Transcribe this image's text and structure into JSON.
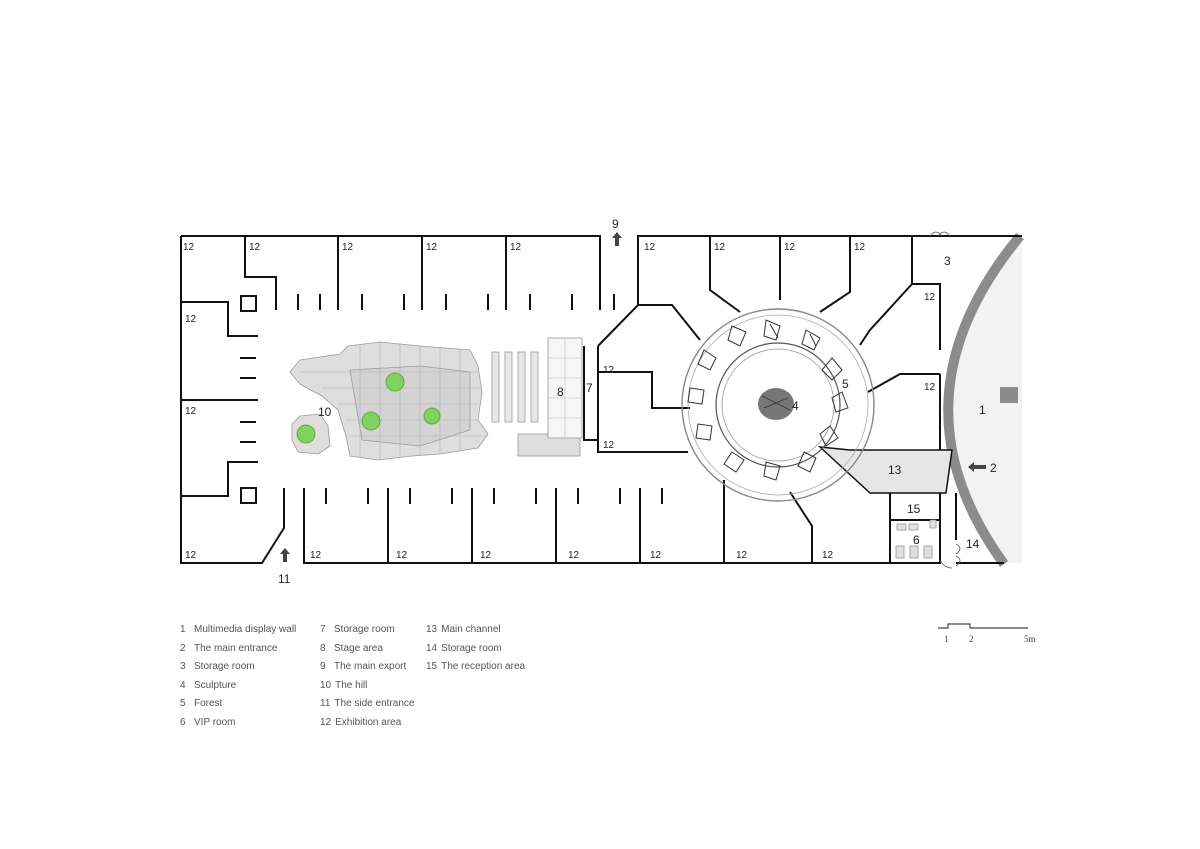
{
  "plan": {
    "exhibition_label": "12",
    "area_numbers": {
      "multimedia_wall": "1",
      "main_entrance": "2",
      "storage_3": "3",
      "sculpture": "4",
      "forest": "5",
      "vip_room": "6",
      "storage_7": "7",
      "stage": "8",
      "main_export": "9",
      "hill": "10",
      "side_entrance": "11",
      "main_channel": "13",
      "storage_14": "14",
      "reception": "15"
    }
  },
  "legend": {
    "col1": [
      {
        "num": "1",
        "text": "Multimedia display wall"
      },
      {
        "num": "2",
        "text": "The main entrance"
      },
      {
        "num": "3",
        "text": "Storage room"
      },
      {
        "num": "4",
        "text": "Sculpture"
      },
      {
        "num": "5",
        "text": "Forest"
      },
      {
        "num": "6",
        "text": "VIP room"
      }
    ],
    "col2": [
      {
        "num": "7",
        "text": "Storage room"
      },
      {
        "num": "8",
        "text": "Stage area"
      },
      {
        "num": "9",
        "text": "The main export"
      },
      {
        "num": "10",
        "text": "The hill"
      },
      {
        "num": "11",
        "text": "The side entrance"
      },
      {
        "num": "12",
        "text": "Exhibition area"
      }
    ],
    "col3": [
      {
        "num": "13",
        "text": "Main channel"
      },
      {
        "num": "14",
        "text": "Storage room"
      },
      {
        "num": "15",
        "text": "The reception area"
      }
    ]
  },
  "scale": {
    "tick_1": "1",
    "tick_2": "2",
    "tick_5": "5m"
  },
  "colors": {
    "wall": "#111111",
    "tile_fill": "#dedede",
    "tile_stroke": "#9a9a9a",
    "tree": "#7fd35c",
    "curved_wall": "#8c8c8c",
    "screen_fill": "#f2f2f2"
  }
}
